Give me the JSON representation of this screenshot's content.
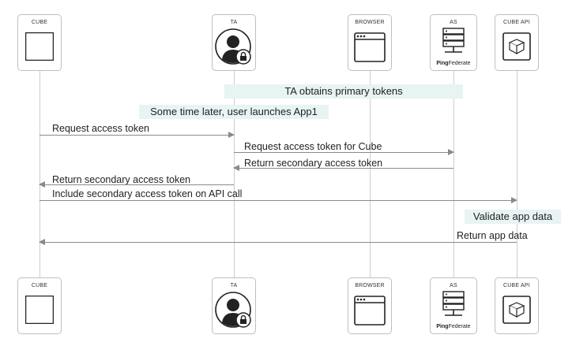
{
  "actors": [
    {
      "id": "cube",
      "label": "CUBE",
      "icon": "square-icon"
    },
    {
      "id": "ta",
      "label": "TA",
      "icon": "user-lock-icon"
    },
    {
      "id": "browser",
      "label": "BROWSER",
      "icon": "browser-window-icon"
    },
    {
      "id": "as",
      "label": "AS",
      "icon": "server-icon",
      "brand_bold": "Ping",
      "brand_light": "Federate"
    },
    {
      "id": "cube_api",
      "label": "CUBE API",
      "icon": "cube-box-icon"
    }
  ],
  "notes": {
    "primary_tokens": "TA obtains primary tokens",
    "launch_app": "Some time later, user launches App1",
    "validate": "Validate app data"
  },
  "messages": {
    "m1": "Request access token",
    "m2": "Request access token for Cube",
    "m3": "Return secondary access token",
    "m4": "Return secondary access token",
    "m5": "Include secondary access token on API call",
    "m6": "Return app data"
  },
  "colors": {
    "note_bg": "#e8f3f4",
    "arrow": "#8a8a8a",
    "border": "#b9c0c7"
  }
}
